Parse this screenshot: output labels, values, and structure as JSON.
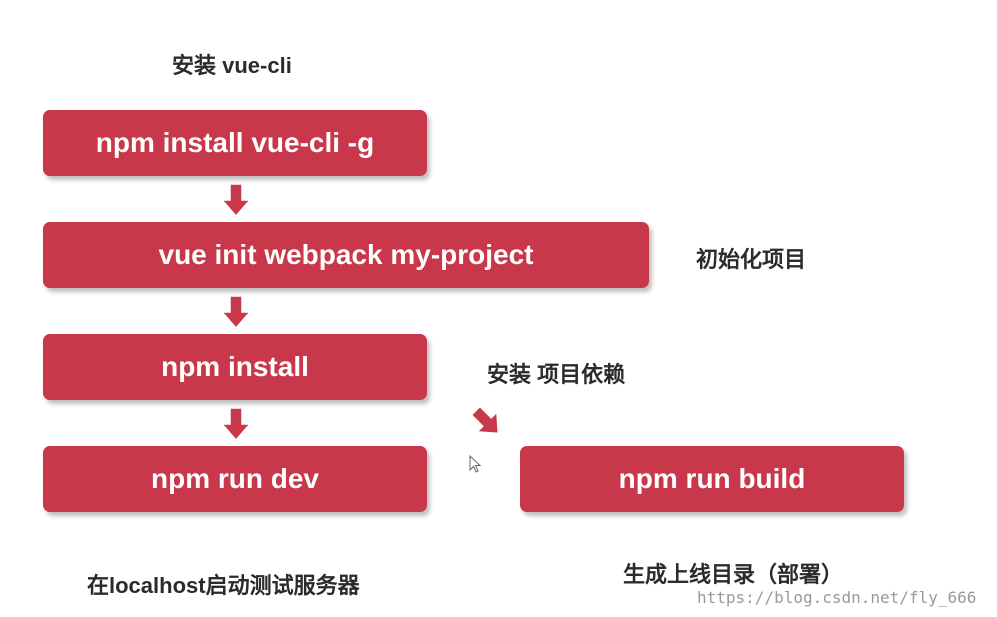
{
  "labels": {
    "install_cli": "安装 vue-cli",
    "init_project": "初始化项目",
    "install_deps": "安装 项目依赖",
    "localhost": "在localhost启动测试服务器",
    "build_output": "生成上线目录（部署）"
  },
  "steps": {
    "install_cli": "npm install vue-cli -g",
    "init": "vue init webpack my-project",
    "install": "npm install",
    "dev": "npm run dev",
    "build": "npm run build"
  },
  "watermark": "https://blog.csdn.net/fly_666",
  "colors": {
    "box": "#c8384a",
    "text": "#ffffff",
    "label": "#2b2b2b"
  }
}
